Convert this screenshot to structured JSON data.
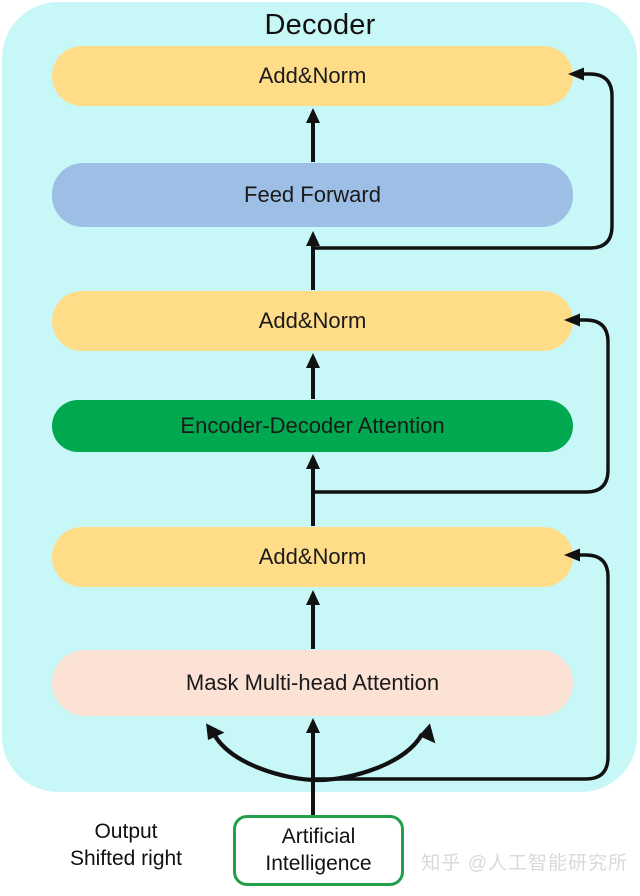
{
  "panel": {
    "title": "Decoder",
    "bg_color": "#c8f7f7"
  },
  "blocks": [
    {
      "label": "Add&Norm",
      "color": "#ffdd88"
    },
    {
      "label": "Feed Forward",
      "color": "#9dbee5"
    },
    {
      "label": "Add&Norm",
      "color": "#ffdd88"
    },
    {
      "label": "Encoder-Decoder Attention",
      "color": "#00a94f"
    },
    {
      "label": "Add&Norm",
      "color": "#ffdd88"
    },
    {
      "label": "Mask Multi-head Attention",
      "color": "#fbe2d4"
    }
  ],
  "input": {
    "line1": "Artificial",
    "line2": "Intelligence",
    "border_color": "#22a04a"
  },
  "caption": {
    "line1": "Output",
    "line2": "Shifted right"
  },
  "watermark": {
    "text": "知乎 @人工智能研究所",
    "color": "#d9d9d9"
  },
  "connectors": {
    "arrow_color": "#111111",
    "residual_count": 3,
    "fan_arrows": 2
  }
}
